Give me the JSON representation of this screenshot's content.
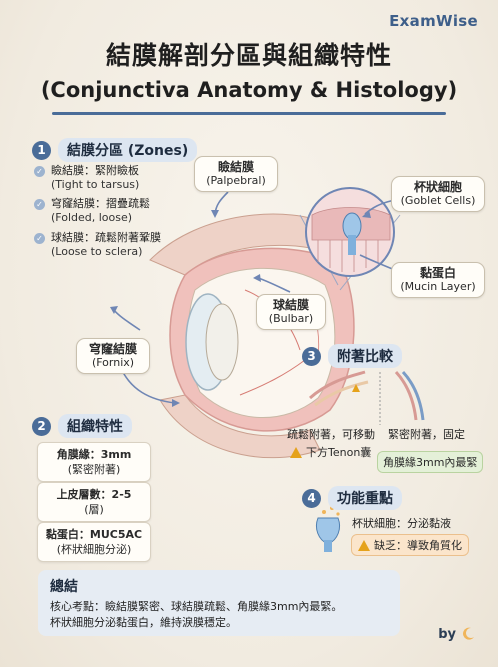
{
  "brand": "ExamWise",
  "title_zh": "結膜解剖分區與組織特性",
  "title_en": "(Conjunctiva Anatomy & Histology)",
  "sections": {
    "zones": {
      "num": "1",
      "title": "結膜分區 (Zones)",
      "items": [
        {
          "label": "瞼結膜：緊附瞼板",
          "sub": "(Tight to tarsus)"
        },
        {
          "label": "穹窿結膜：摺疊疏鬆",
          "sub": "(Folded, loose)"
        },
        {
          "label": "球結膜：疏鬆附著鞏膜",
          "sub": "(Loose to sclera)"
        }
      ]
    },
    "histology": {
      "num": "2",
      "title": "組織特性",
      "items": [
        {
          "line1": "角膜緣：3mm",
          "line2": "(緊密附著)"
        },
        {
          "line1": "上皮層數：2-5",
          "line2": "(層)"
        },
        {
          "line1": "黏蛋白：MUC5AC",
          "line2": "(杯狀細胞分泌)"
        }
      ]
    },
    "adhesion": {
      "num": "3",
      "title": "附著比較",
      "left_caption": "疏鬆附著，可移動",
      "right_caption": "緊密附著，固定",
      "warn_text": "下方Tenon囊",
      "green_text": "角膜緣3mm內最緊"
    },
    "function": {
      "num": "4",
      "title": "功能重點",
      "line1": "杯狀細胞：分泌黏液",
      "warn_text": "缺乏：導致角質化"
    }
  },
  "callouts": {
    "palpebral": {
      "zh": "瞼結膜",
      "en": "(Palpebral)"
    },
    "goblet": {
      "zh": "杯狀細胞",
      "en": "(Goblet Cells)"
    },
    "mucin": {
      "zh": "黏蛋白",
      "en": "(Mucin Layer)"
    },
    "bulbar": {
      "zh": "球結膜",
      "en": "(Bulbar)"
    },
    "fornix": {
      "zh": "穹窿結膜",
      "en": "(Fornix)"
    }
  },
  "summary": {
    "heading": "總結",
    "line1": "核心考點：瞼結膜緊密、球結膜疏鬆、角膜緣3mm內最緊。",
    "line2": "杯狀細胞分泌黏蛋白，維持淚膜穩定。"
  },
  "byline": "by",
  "colors": {
    "accent": "#4a6c98",
    "tissue": "#e9a9a6",
    "warn": "#e5a21b",
    "green": "#b9d3a0"
  }
}
